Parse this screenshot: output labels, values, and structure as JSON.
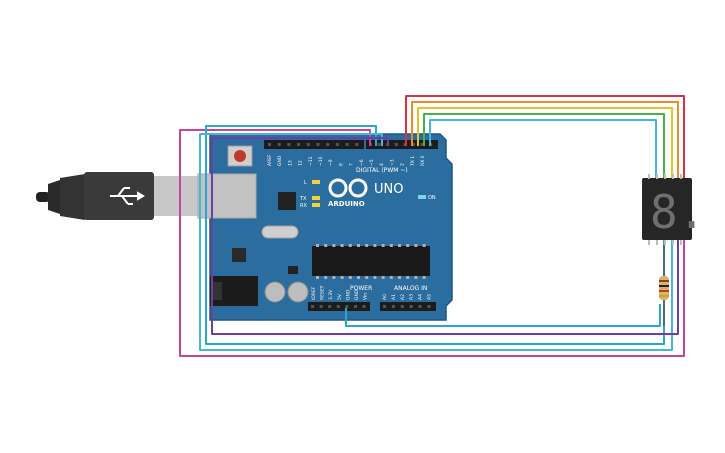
{
  "board": {
    "model": "UNO",
    "brand": "ARDUINO",
    "digital_header_label": "DIGITAL (PWM ~)",
    "analog_header_label": "ANALOG IN",
    "power_header_label": "POWER",
    "on_label": "ON",
    "led_l": "L",
    "led_tx": "TX",
    "led_rx": "RX",
    "digital_pins": [
      "AREF",
      "GND",
      "13",
      "12",
      "~11",
      "~10",
      "~9",
      "8",
      "7",
      "~6",
      "~5",
      "4",
      "~3",
      "2",
      "TX 1",
      "RX 0"
    ],
    "power_pins": [
      "IOREF",
      "RESET",
      "3.3V",
      "5V",
      "GND",
      "GND",
      "Vin"
    ],
    "analog_pins": [
      "A0",
      "A1",
      "A2",
      "A3",
      "A4",
      "A5"
    ]
  },
  "display": {
    "digit": "8."
  },
  "colors": {
    "board_blue": "#2b6d9e",
    "board_dark": "#1f5683",
    "wire_red": "#d9304a",
    "wire_orange": "#f08a24",
    "wire_yellow": "#e6c12a",
    "wire_green": "#47b24a",
    "wire_blue": "#2aa6cf",
    "wire_purple": "#6e3fa0",
    "wire_magenta": "#c8439b",
    "wire_cyan": "#46b6d8"
  }
}
